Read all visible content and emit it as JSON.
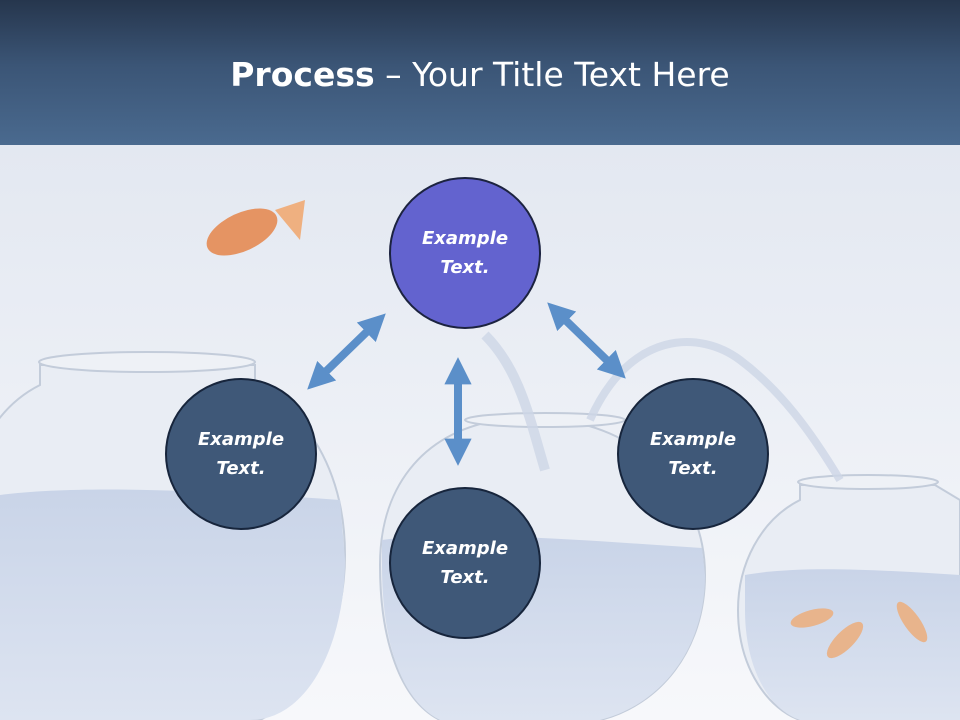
{
  "header": {
    "title_bold": "Process",
    "title_rest": " – Your Title Text Here"
  },
  "nodes": {
    "top": "Example Text.",
    "left": "Example Text.",
    "bottom": "Example Text.",
    "right": "Example Text."
  },
  "colors": {
    "header": "#3b5576",
    "node_dark": "#3f5878",
    "node_accent": "#6363cf",
    "arrow": "#5b8fc9"
  }
}
